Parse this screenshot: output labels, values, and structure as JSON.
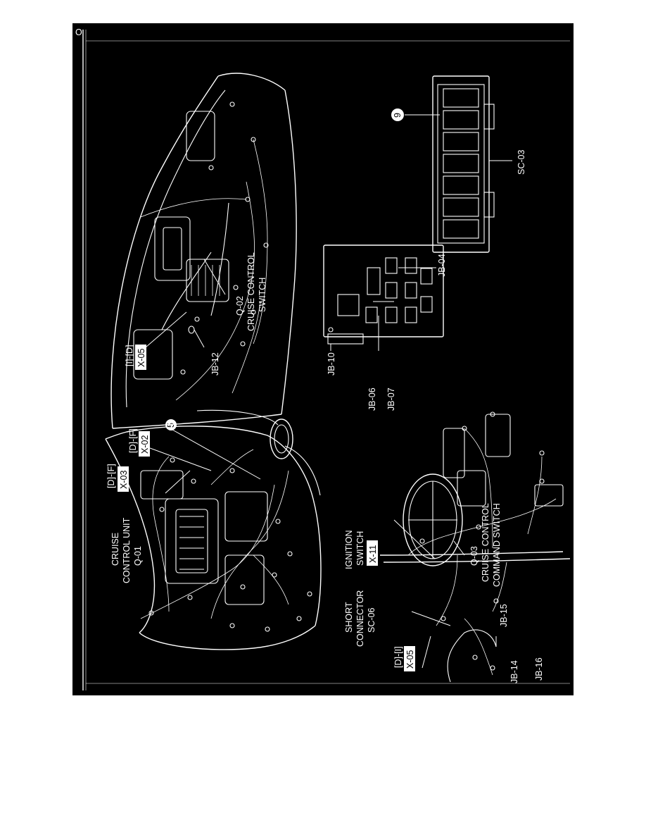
{
  "page": {
    "background": "#000000",
    "ink": "#ffffff",
    "corner_mark": "O"
  },
  "engine_bay": {
    "cruise_unit_title": [
      "CRUISE",
      "CONTROL UNIT",
      "Q-01"
    ],
    "df_label_1": "[D]-[F]",
    "df_box_1": "X-03",
    "df_label_2": "[D]-[F]",
    "df_box_2": "X-02",
    "callout_5": "5"
  },
  "dashboard": {
    "id_label": "[I]-[D]",
    "id_box": "X-05",
    "jb12": "JB-12",
    "q02": [
      "Q-02",
      "CRUISE CONTROL",
      "SWITCH"
    ]
  },
  "junction_box": {
    "jb10": "JB-10",
    "jb06": "JB-06",
    "jb07": "JB-07",
    "jb04": "JB-04"
  },
  "steering": {
    "di_label": "[D]-[I]",
    "di_box": "X-05",
    "short_connector": [
      "SHORT",
      "CONNECTOR",
      "SC-06"
    ],
    "ignition": [
      "IGNITION",
      "SWITCH"
    ],
    "ignition_box": "X-11",
    "q03": [
      "Q-03",
      "CRUISE CONTROL",
      "COMMAND SWITCH"
    ],
    "jb14": "JB-14",
    "jb15": "JB-15",
    "jb16": "JB-16"
  },
  "short_connector_block": {
    "callout_9": "9",
    "sc03": "SC-03"
  }
}
